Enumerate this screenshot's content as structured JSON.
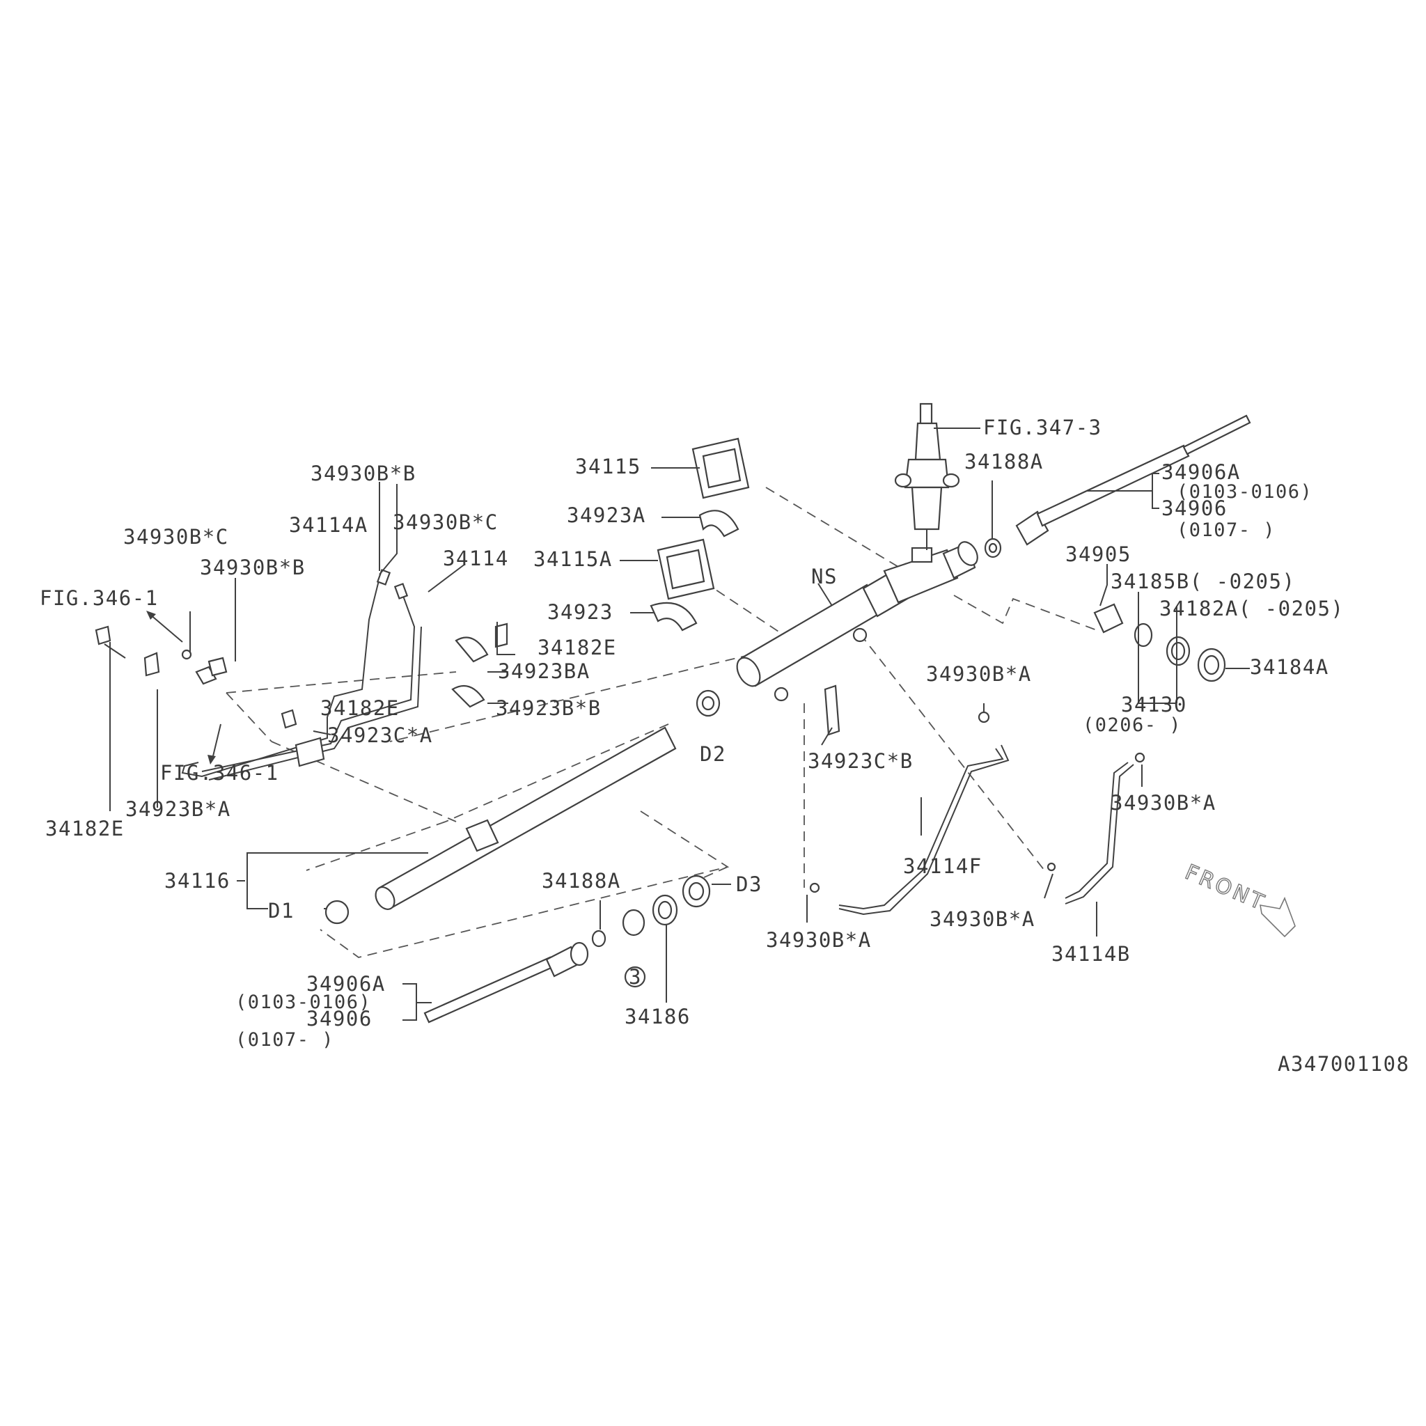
{
  "diagram_id": "A347001108",
  "front_text": "FRONT",
  "labels": {
    "fig347_3": "FIG.347-3",
    "p34115": "34115",
    "p34923A": "34923A",
    "p34115A": "34115A",
    "p34923": "34923",
    "ns": "NS",
    "p34188A_top": "34188A",
    "p34906A_top": "34906A",
    "p0103_0106_top": "(0103-0106)",
    "p34906_top": "34906",
    "p0107_top": "(0107-     )",
    "p34905": "34905",
    "p34185B": "34185B(     -0205)",
    "p34182A": "34182A(     -0205)",
    "p34184A": "34184A",
    "p34130": "34130",
    "p0206": "(0206-     )",
    "p34930BB_top": "34930B*B",
    "p34114A": "34114A",
    "p34930BC_right": "34930B*C",
    "p34930BC_left": "34930B*C",
    "p34114": "34114",
    "p34930BB_mid": "34930B*B",
    "fig346_1_top": "FIG.346-1",
    "p34182E_mid": "34182E",
    "p34923BA": "34923BA",
    "p34923BB": "34923B*B",
    "p34182E_low": "34182E",
    "p34923CA": "34923C*A",
    "fig346_1_low": "FIG.346-1",
    "p34923B_A": "34923B*A",
    "p34182E_left": "34182E",
    "d2": "D2",
    "p34923CB": "34923C*B",
    "p34930BA_1": "34930B*A",
    "p34930BA_2": "34930B*A",
    "p34114F": "34114F",
    "p34930BA_3": "34930B*A",
    "p34930BA_4": "34930B*A",
    "p34114B": "34114B",
    "p34116": "34116",
    "d1": "D1",
    "p34188A_low": "34188A",
    "d3": "D3",
    "p3": "3",
    "p34906A_low": "34906A",
    "p0103_0106_low": "(0103-0106)",
    "p34906_low": "34906",
    "p0107_low": "(0107-     )",
    "p34186": "34186"
  }
}
